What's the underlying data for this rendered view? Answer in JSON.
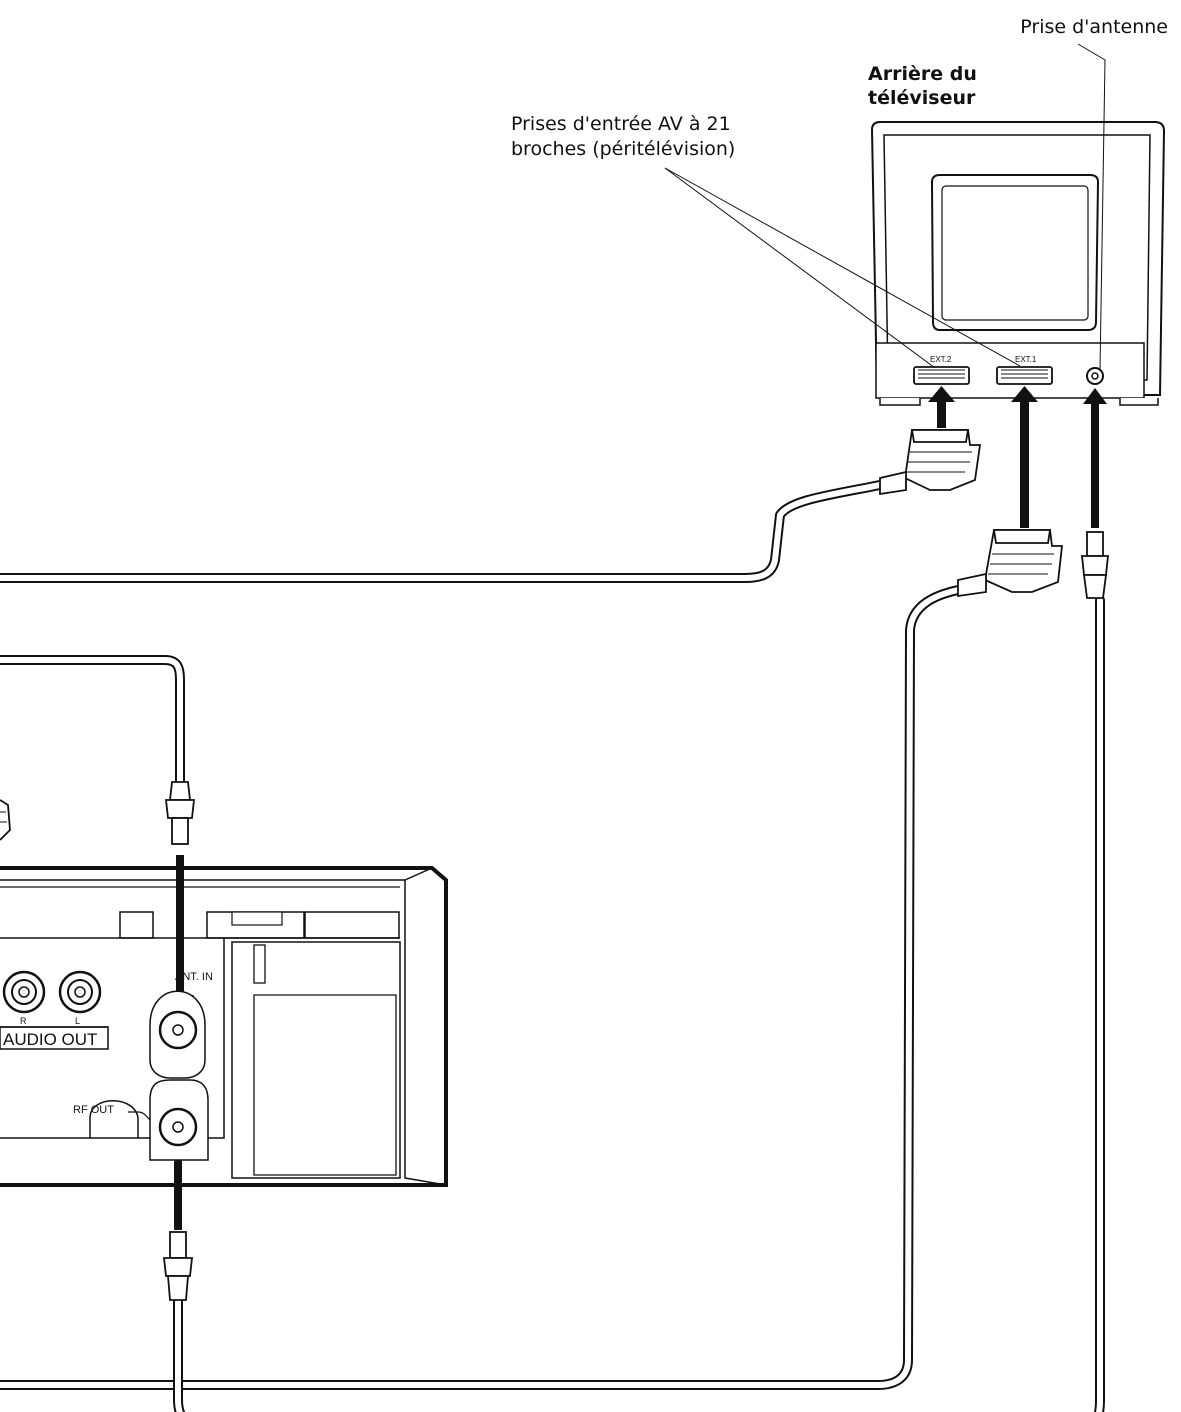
{
  "labels": {
    "antenna_jack": "Prise d'antenne",
    "tv_rear_line1": "Arrière du",
    "tv_rear_line2": "téléviseur",
    "av_inputs_line1": "Prises d'entrée AV à 21",
    "av_inputs_line2": "broches (péritélévision)",
    "ext2": "EXT.2",
    "ext1": "EXT.1",
    "ant_in": "ANT. IN",
    "rf_out": "RF OUT",
    "audio_r": "R",
    "audio_l": "L",
    "audio_out": "AUDIO OUT"
  },
  "colors": {
    "ink": "#111111",
    "paper": "#ffffff"
  }
}
